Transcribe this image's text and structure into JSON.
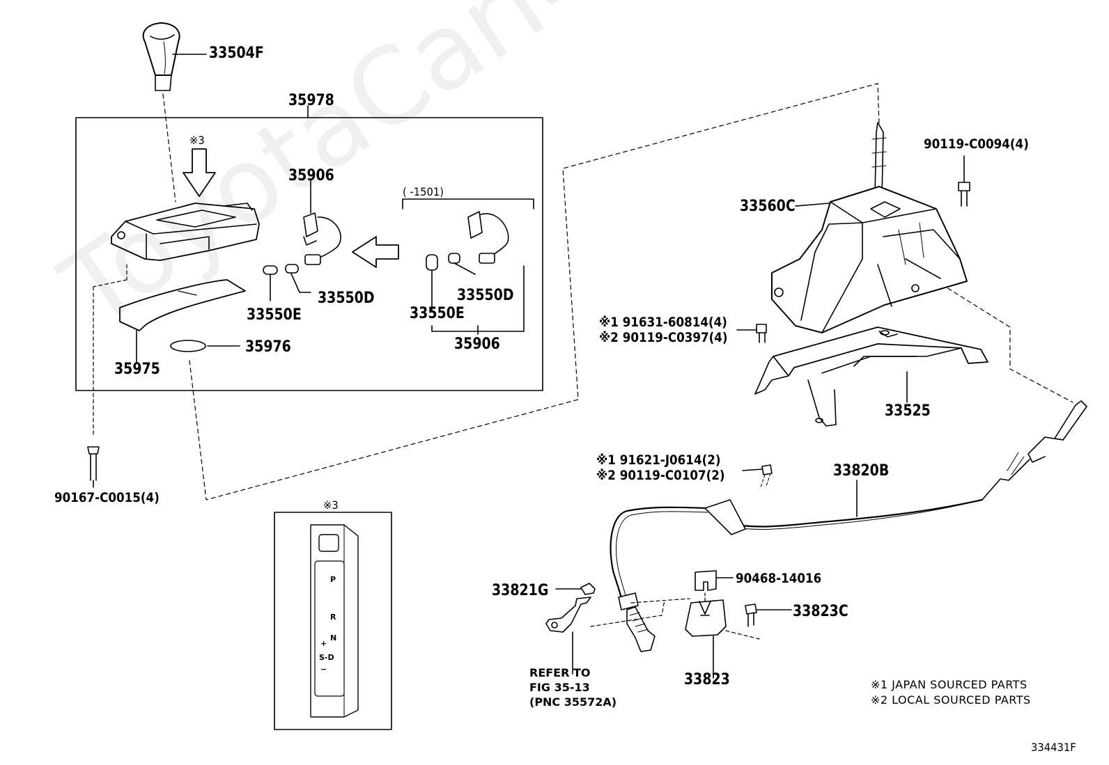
{
  "watermark": "ToyotaCarMine.ru",
  "parts": {
    "p33504F": "33504F",
    "p35978": "35978",
    "mark3a": "※3",
    "p35906a": "35906",
    "range": "(      -1501)",
    "p33550D_a": "33550D",
    "p33550E_a": "33550E",
    "p33550D_b": "33550D",
    "p33550E_b": "33550E",
    "p35906b": "35906",
    "p35976": "35976",
    "p35975": "35975",
    "p90167": "90167-C0015(4)",
    "p90119_94": "90119-C0094(4)",
    "p33560C": "33560C",
    "p91631": "※1 91631-60814(4)",
    "p90119_397": "※2 90119-C0397(4)",
    "p33525": "33525",
    "p91621": "※1 91621-J0614(2)",
    "p90119_107": "※2 90119-C0107(2)",
    "p33820B": "33820B",
    "p90468": "90468-14016",
    "p33821G": "33821G",
    "p33823C": "33823C",
    "p33823": "33823",
    "mark3b": "※3",
    "ref1": "REFER TO",
    "ref2": "FIG 35-13",
    "ref3": "(PNC 35572A)",
    "note1": "※1 JAPAN SOURCED PARTS",
    "note2": "※2 LOCAL SOURCED PARTS",
    "fig_id": "334431F"
  },
  "gears": {
    "p": "P",
    "r": "R",
    "n": "N",
    "plus": "+",
    "sd": "S-D",
    "minus": "−"
  }
}
